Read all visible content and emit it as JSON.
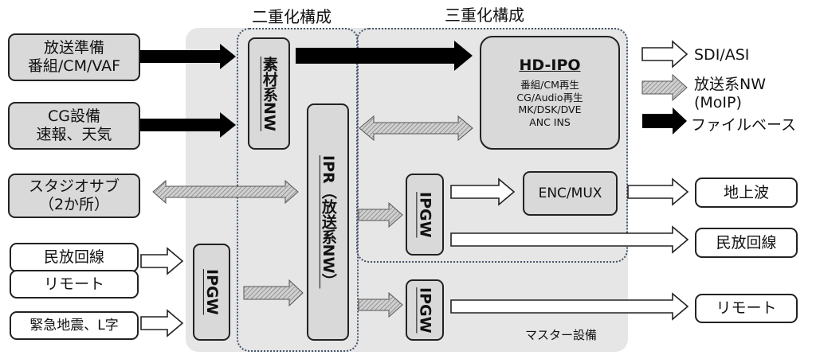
{
  "headers": {
    "dual": "二重化構成",
    "triple": "三重化構成",
    "master": "マスター設備"
  },
  "inputs": {
    "broadcast_prep": {
      "line1": "放送準備",
      "line2": "番組/CM/VAF"
    },
    "cg": {
      "line1": "CG設備",
      "line2": "速報、天気"
    },
    "studio_sub": {
      "line1": "スタジオサブ",
      "line2": "（2か所）"
    },
    "private_line": "民放回線",
    "remote": "リモート",
    "quake": "緊急地震、L字"
  },
  "core": {
    "material_nw": "素材系NW",
    "ipr": "IPR（放送系NW）",
    "ipgw_left": "IPGW",
    "ipgw_upper": "IPGW",
    "ipgw_lower": "IPGW",
    "hdipo": {
      "title": "HD-IPO",
      "lines": [
        "番組/CM再生",
        "CG/Audio再生",
        "MK/DSK/DVE",
        "ANC INS"
      ]
    },
    "encmux": "ENC/MUX"
  },
  "outputs": {
    "sdi": "SDI/ASI",
    "broadcast_nw": "放送系NW",
    "moip": "(MoIP)",
    "file_base": "ファイルベース",
    "terrestrial": "地上波",
    "private_line": "民放回線",
    "remote": "リモート"
  },
  "colors": {
    "panel": "#e6e6e6",
    "box": "#d9d9d9",
    "arrow_black": "#000000",
    "hatch": "#c8c8c8",
    "dotted": "#44546a"
  }
}
